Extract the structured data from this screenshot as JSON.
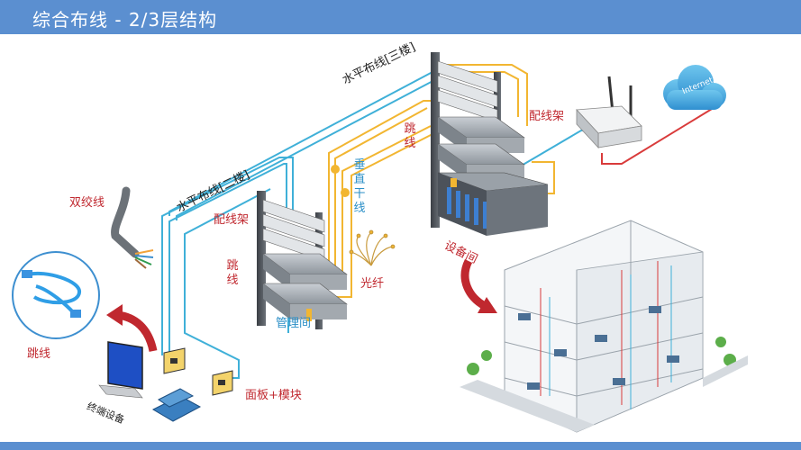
{
  "title": "综合布线 - 2/3层结构",
  "labels": {
    "horizontal_2f": "水平布线[二楼]",
    "horizontal_3f": "水平布线[三楼]",
    "patch_panel_2f": "配线架",
    "patch_panel_3f": "配线架",
    "jumper_2f": "跳线",
    "jumper_3f": "跳线",
    "jumper_left": "跳线",
    "vertical_trunk": "垂直干线",
    "fiber": "光纤",
    "management_room": "管理间",
    "equipment_room": "设备间",
    "twisted_pair": "双绞线",
    "terminal_device": "终端设备",
    "faceplate_module": "面板+模块",
    "internet": "Internet"
  },
  "colors": {
    "title_bar": "#5b8fd0",
    "label_red": "#c0282f",
    "label_blue": "#2b8fc7",
    "cable_blue": "#3fb0d8",
    "cable_yellow": "#f2b631",
    "cable_red": "#d93b3b",
    "rack": "#555b63"
  }
}
